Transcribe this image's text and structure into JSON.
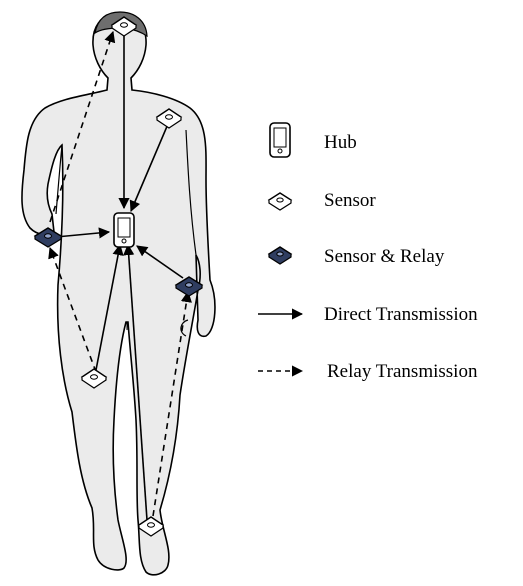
{
  "legend": {
    "hub_label": "Hub",
    "sensor_label": "Sensor",
    "relay_label": "Sensor & Relay",
    "direct_label": "Direct Transmission",
    "relay_transmission_label": "Relay Transmission"
  },
  "colors": {
    "body_fill": "#ebebeb",
    "hair_fill": "#6e6e6e",
    "outline": "#000000",
    "sensor_fill": "#ffffff",
    "relay_fill": "#2f3d60",
    "hub_fill": "#ffffff"
  },
  "icons": {
    "hub": "hub-phone-icon",
    "sensor": "sensor-chip-icon",
    "relay": "relay-chip-icon"
  }
}
